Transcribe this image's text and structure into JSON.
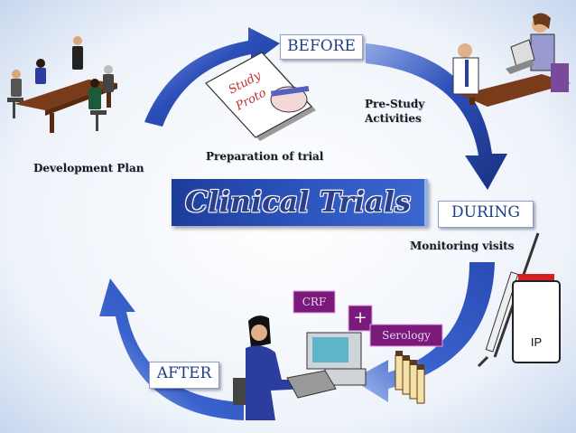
{
  "title": "Clinical Trials",
  "phases": {
    "before": "BEFORE",
    "during": "DURING",
    "after": "AFTER"
  },
  "labels": {
    "development_plan": "Development Plan",
    "preparation": "Preparation of trial",
    "pre_study_1": "Pre-Study",
    "pre_study_2": "Activities",
    "monitoring": "Monitoring visits"
  },
  "protocol_text": {
    "line1": "Study",
    "line2": "Proto"
  },
  "tags": {
    "crf": "CRF",
    "plus": "+",
    "serology": "Serology",
    "ip": "IP"
  },
  "colors": {
    "arrow": "#2b4fb8",
    "title_box": "#2a4db4",
    "tag_bg": "#7a1a7a",
    "ip_red": "#d82020"
  }
}
